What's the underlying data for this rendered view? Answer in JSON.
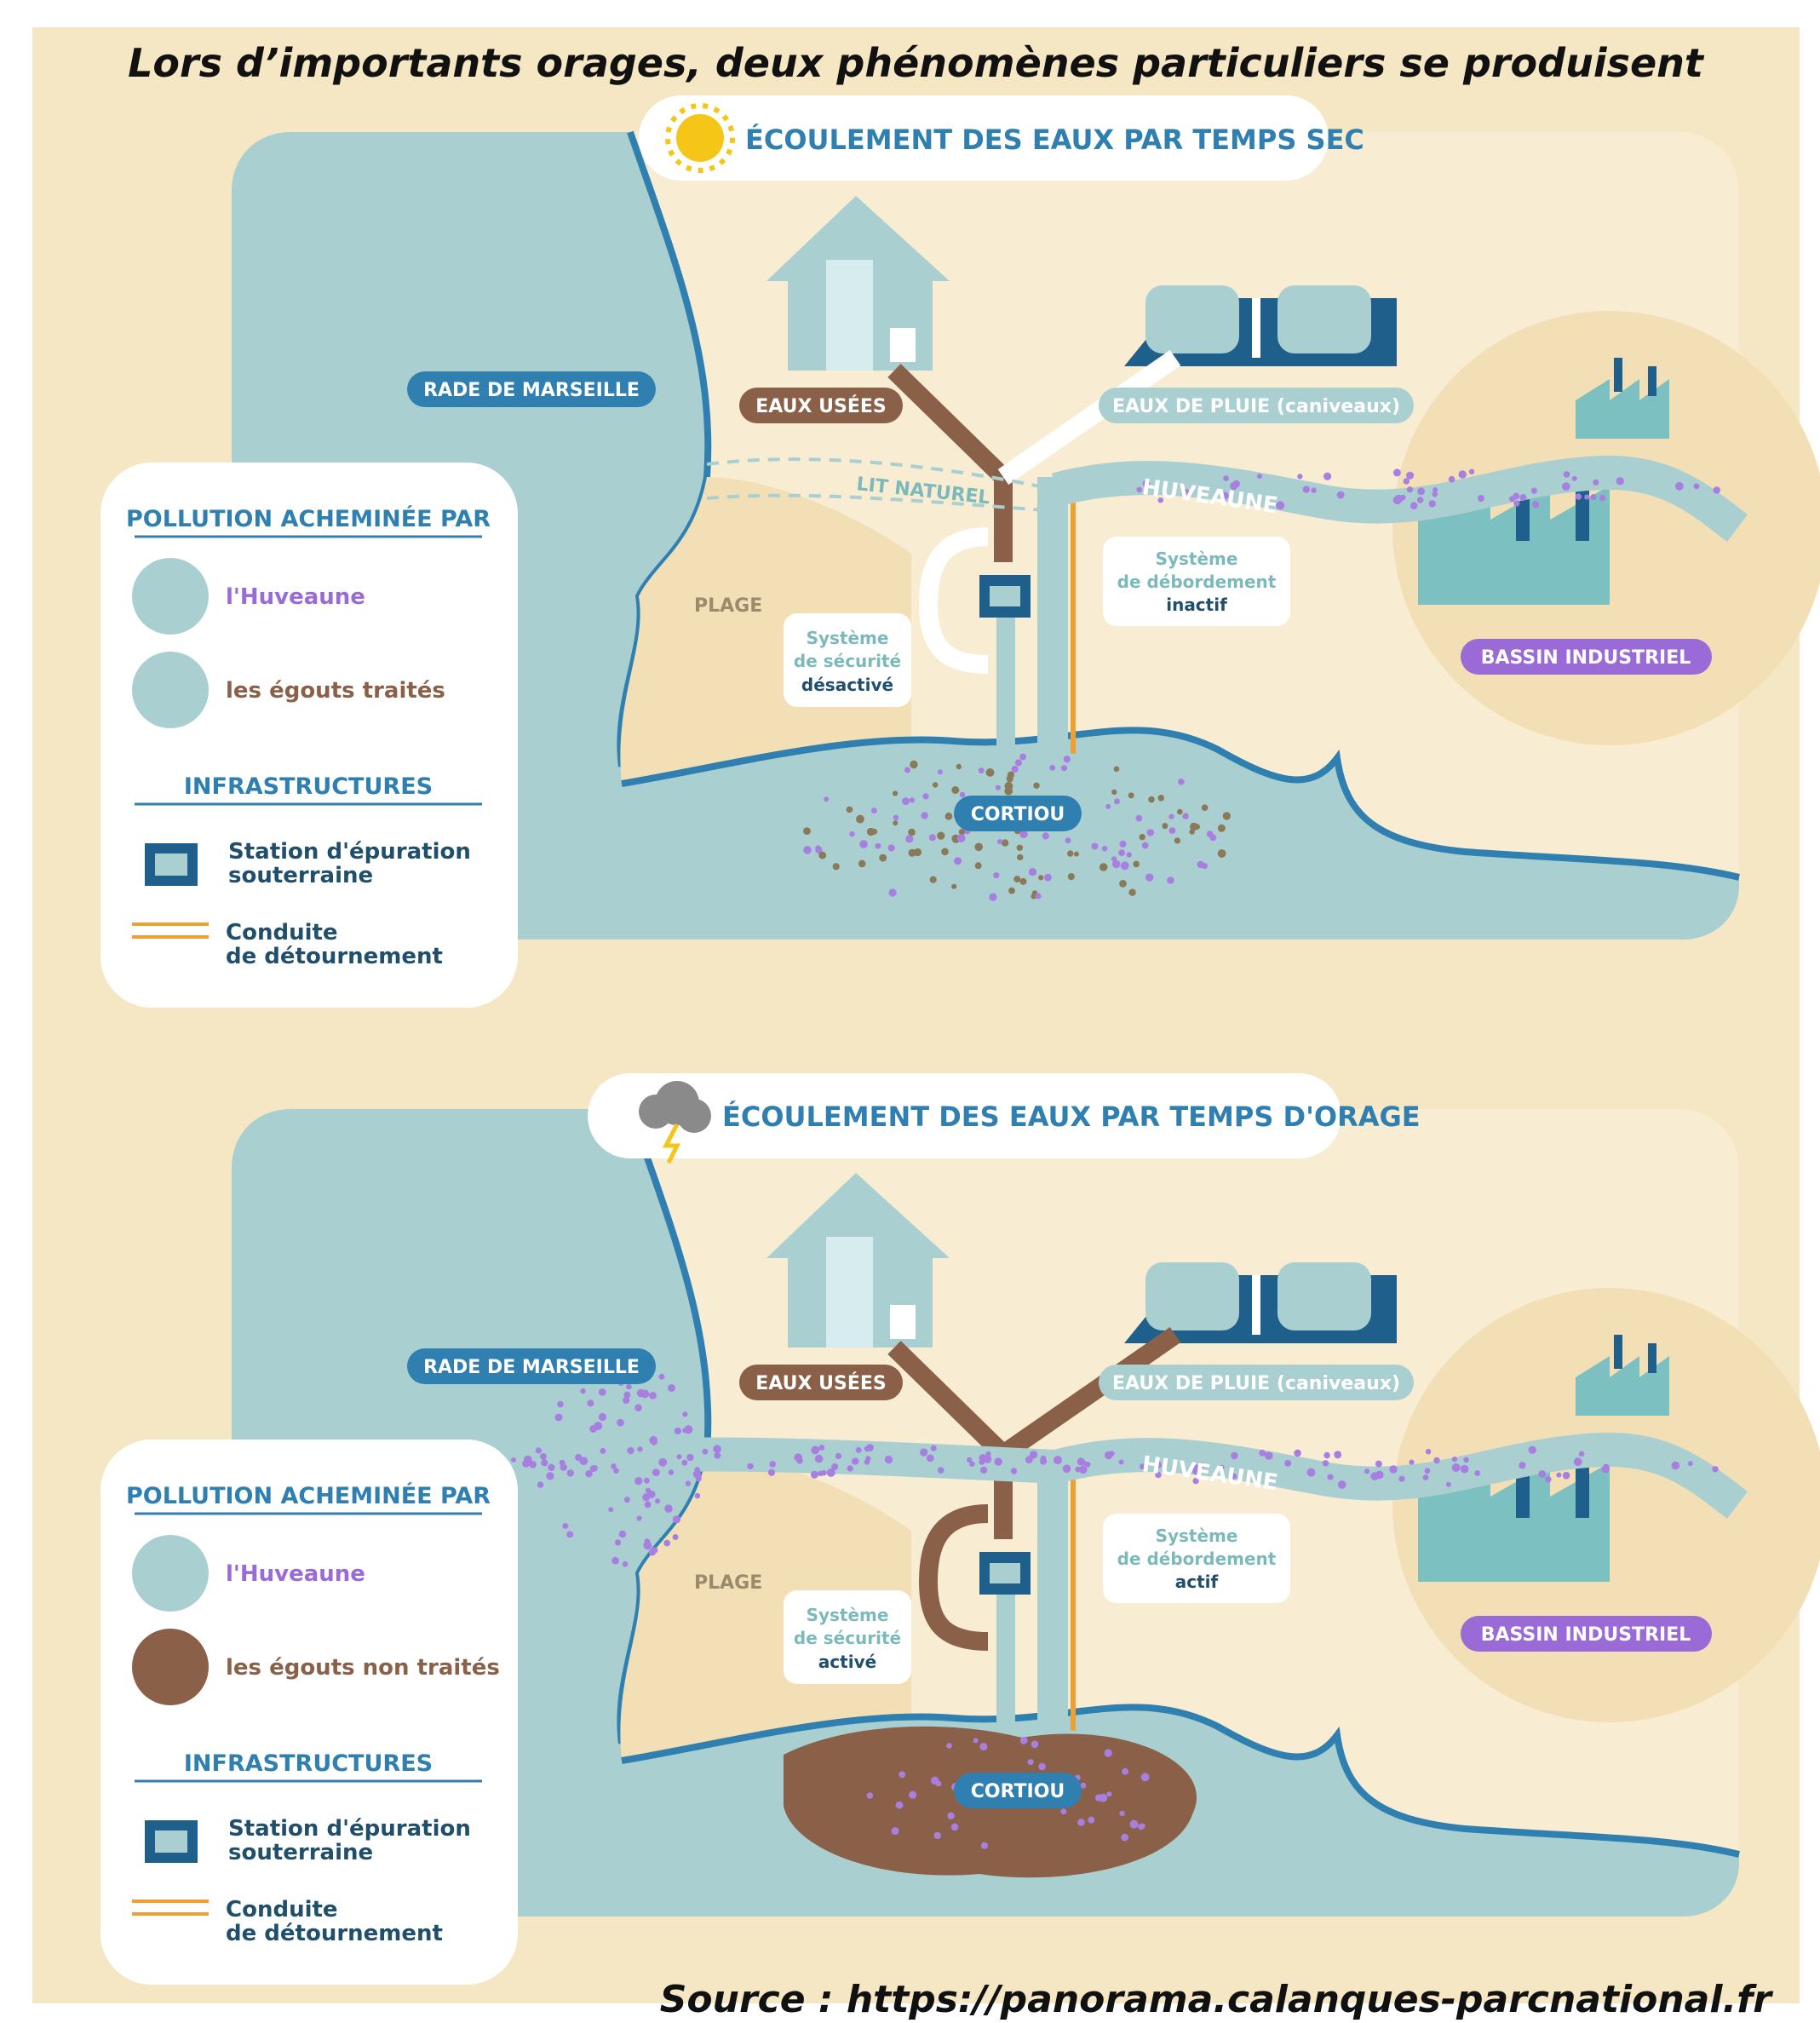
{
  "title": "Lors d’importants orages, deux phénomènes particuliers se produisent",
  "source": "Source : https://panorama.calanques-parcnational.fr",
  "colors": {
    "page_bg": "#f6e7c4",
    "sea": "#a9cfd1",
    "land": "#f8ecd3",
    "coast": "#2f7fb0",
    "dark_blue": "#1f5f8b",
    "sewage": "#8a6048",
    "rain_pipe": "#ffffff",
    "huveaune_dot": "#a87fe0",
    "diversion": "#f0a030",
    "industrial_purple": "#9a6ad6"
  },
  "panels": [
    {
      "header": "ÉCOULEMENT DES EAUX PAR TEMPS SEC",
      "header_icon": "sun-icon",
      "rade": "RADE DE MARSEILLE",
      "eaux_usees": "EAUX USÉES",
      "eaux_pluie": "EAUX DE PLUIE (caniveaux)",
      "lit_naturel": "LIT NATUREL",
      "huveaune": "HUVEAUNE",
      "plage": "PLAGE",
      "cortiou": "CORTIOU",
      "bassin": "BASSIN INDUSTRIEL",
      "securite": {
        "line1": "Système",
        "line2": "de sécurité",
        "state": "désactivé"
      },
      "debordement": {
        "line1": "Système",
        "line2": "de débordement",
        "state": "inactif"
      },
      "legend": {
        "pollution_title": "POLLUTION ACHEMINÉE PAR",
        "item1": "l'Huveaune",
        "item2": "les égouts traités",
        "infra_title": "INFRASTRUCTURES",
        "station_line1": "Station d'épuration",
        "station_line2": "souterraine",
        "conduite_line1": "Conduite",
        "conduite_line2": "de détournement"
      }
    },
    {
      "header": "ÉCOULEMENT DES EAUX PAR TEMPS D'ORAGE",
      "header_icon": "storm-cloud-icon",
      "rade": "RADE DE MARSEILLE",
      "eaux_usees": "EAUX USÉES",
      "eaux_pluie": "EAUX DE PLUIE (caniveaux)",
      "huveaune": "HUVEAUNE",
      "plage": "PLAGE",
      "cortiou": "CORTIOU",
      "bassin": "BASSIN INDUSTRIEL",
      "securite": {
        "line1": "Système",
        "line2": "de sécurité",
        "state": "activé"
      },
      "debordement": {
        "line1": "Système",
        "line2": "de débordement",
        "state": "actif"
      },
      "legend": {
        "pollution_title": "POLLUTION ACHEMINÉE PAR",
        "item1": "l'Huveaune",
        "item2": "les égouts non traités",
        "infra_title": "INFRASTRUCTURES",
        "station_line1": "Station d'épuration",
        "station_line2": "souterraine",
        "conduite_line1": "Conduite",
        "conduite_line2": "de détournement"
      }
    }
  ]
}
